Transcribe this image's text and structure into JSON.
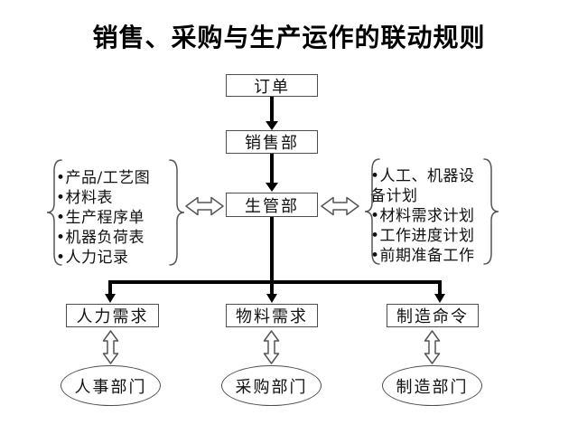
{
  "title": "销售、采购与生产运作的联动规则",
  "flow": {
    "order": "订单",
    "sales_dept": "销售部",
    "production_mgmt_dept": "生管部",
    "hr_demand": "人力需求",
    "material_demand": "物料需求",
    "manufacturing_order": "制造命令",
    "personnel_dept": "人事部门",
    "purchasing_dept": "采购部门",
    "manufacturing_dept": "制造部门"
  },
  "left_group": {
    "lines": [
      "•产品/工艺图",
      "•材料表",
      "•生产程序单",
      "•机器负荷表",
      "•人力记录"
    ]
  },
  "right_group": {
    "lines": [
      "•人工、机器设",
      "备计划",
      "•材料需求计划",
      "•工作进度计划",
      "•前期准备工作"
    ]
  },
  "colors": {
    "background": "#ffffff",
    "solid_line": "#000000",
    "shape_border": "#4d4d4d",
    "hollow_arrow_outline": "#555555",
    "text": "#111111"
  }
}
